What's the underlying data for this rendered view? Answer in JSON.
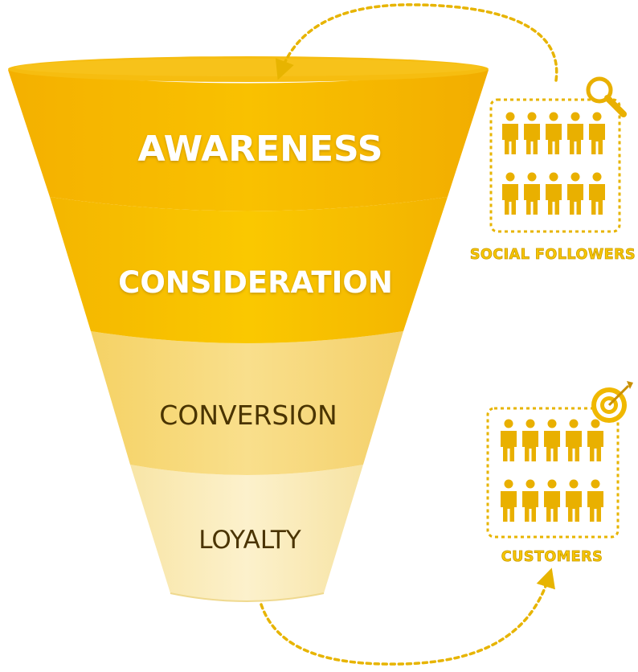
{
  "funnel": {
    "stages": [
      {
        "label": "AWARENESS",
        "fill": "#f7b500",
        "text_color": "#ffffff"
      },
      {
        "label": "CONSIDERATION",
        "fill": "#f9c300",
        "text_color": "#ffffff"
      },
      {
        "label": "CONVERSION",
        "fill": "#f8d977",
        "text_color": "#4a3400"
      },
      {
        "label": "LOYALTY",
        "fill": "#faecbc",
        "text_color": "#4a3400"
      }
    ]
  },
  "groups": {
    "social": {
      "caption": "SOCIAL FOLLOWERS",
      "icon": "magnifier-icon",
      "people_count": 10
    },
    "customers": {
      "caption": "CUSTOMERS",
      "icon": "target-icon",
      "people_count": 10
    }
  },
  "colors": {
    "accent": "#f0b800",
    "caption_fill": "#f7c600",
    "caption_stroke": "#c99a00",
    "people": "#e9b000",
    "dotted": "#e7b400"
  }
}
